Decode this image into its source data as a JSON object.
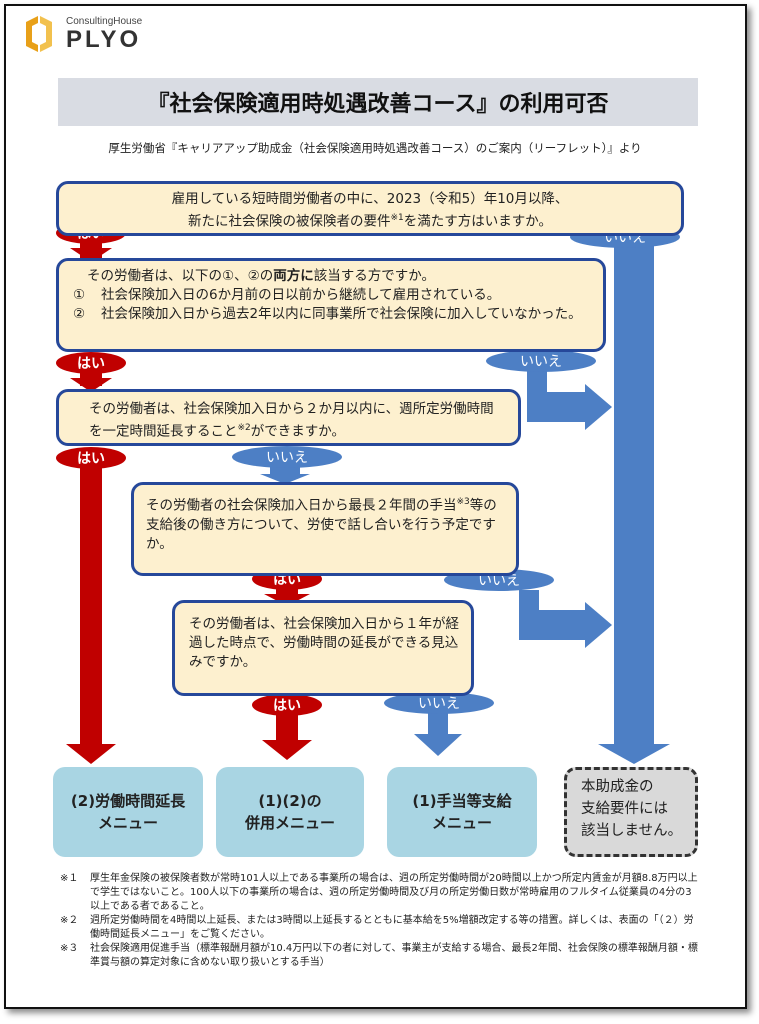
{
  "logo": {
    "small": "ConsultingHouse",
    "big": "PLYO"
  },
  "title": "『社会保険適用時処遇改善コース』の利用可否",
  "source": "厚生労働省『キャリアアップ助成金（社会保険適用時処遇改善コース）のご案内（リーフレット）』より",
  "q1": {
    "line1": "雇用している短時間労働者の中に、2023（令和5）年10月以降、",
    "line2a": "新たに社会保険の被保険者の要件",
    "mark": "※1",
    "line2b": "を満たす方はいますか。"
  },
  "q2": {
    "lead_a": "その労働者は、以下の①、②の",
    "lead_bold": "両方に",
    "lead_b": "該当する方ですか。",
    "item1_num": "①",
    "item1": "社会保険加入日の6か月前の日以前から継続して雇用されている。",
    "item2_num": "②",
    "item2": "社会保険加入日から過去2年以内に同事業所で社会保険に加入していなかった。"
  },
  "q3": {
    "text_a": "その労働者は、社会保険加入日から２か月以内に、週所定労働時間を一定時間延長すること",
    "mark": "※2",
    "text_b": "ができますか。"
  },
  "q4": {
    "text_a": "その労働者の社会保険加入日から最長２年間の手当",
    "mark": "※3",
    "text_b": "等の支給後の働き方について、労使で話し合いを行う予定ですか。"
  },
  "q5": {
    "text": "その労働者は、社会保険加入日から１年が経過した時点で、労働時間の延長ができる見込みですか。"
  },
  "labels": {
    "yes": "はい",
    "no": "いいえ"
  },
  "menus": {
    "m1_line1": "(2)労働時間延長",
    "m1_line2": "メニュー",
    "m2_line1": "(1)(2)の",
    "m2_line2": "併用メニュー",
    "m3_line1": "(1)手当等支給",
    "m3_line2": "メニュー",
    "m4_line1": "本助成金の",
    "m4_line2": "支給要件には",
    "m4_line3": "該当しません。"
  },
  "notes": [
    {
      "key": "※１",
      "text": "厚生年金保険の被保険者数が常時101人以上である事業所の場合は、週の所定労働時間が20時間以上かつ所定内賃金が月額8.8万円以上で学生ではないこと。100人以下の事業所の場合は、週の所定労働時間及び月の所定労働日数が常時雇用のフルタイム従業員の4分の3以上である者であること。"
    },
    {
      "key": "※２",
      "text": "週所定労働時間を4時間以上延長、または3時間以上延長するとともに基本給を5%増額改定する等の措置。詳しくは、表面の「（２）労働時間延長メニュー」をご覧ください。"
    },
    {
      "key": "※３",
      "text": "社会保険適用促進手当（標準報酬月額が10.4万円以下の者に対して、事業主が支給する場合、最長2年間、社会保険の標準報酬月額・標準賞与額の算定対象に含めない取り扱いとする手当）"
    }
  ],
  "colors": {
    "yes_arrow": "#c00000",
    "no_arrow": "#4d7fc5",
    "box_border": "#26489a",
    "box_fill": "#fdf0cf",
    "menu_fill": "#a9d5e3"
  }
}
